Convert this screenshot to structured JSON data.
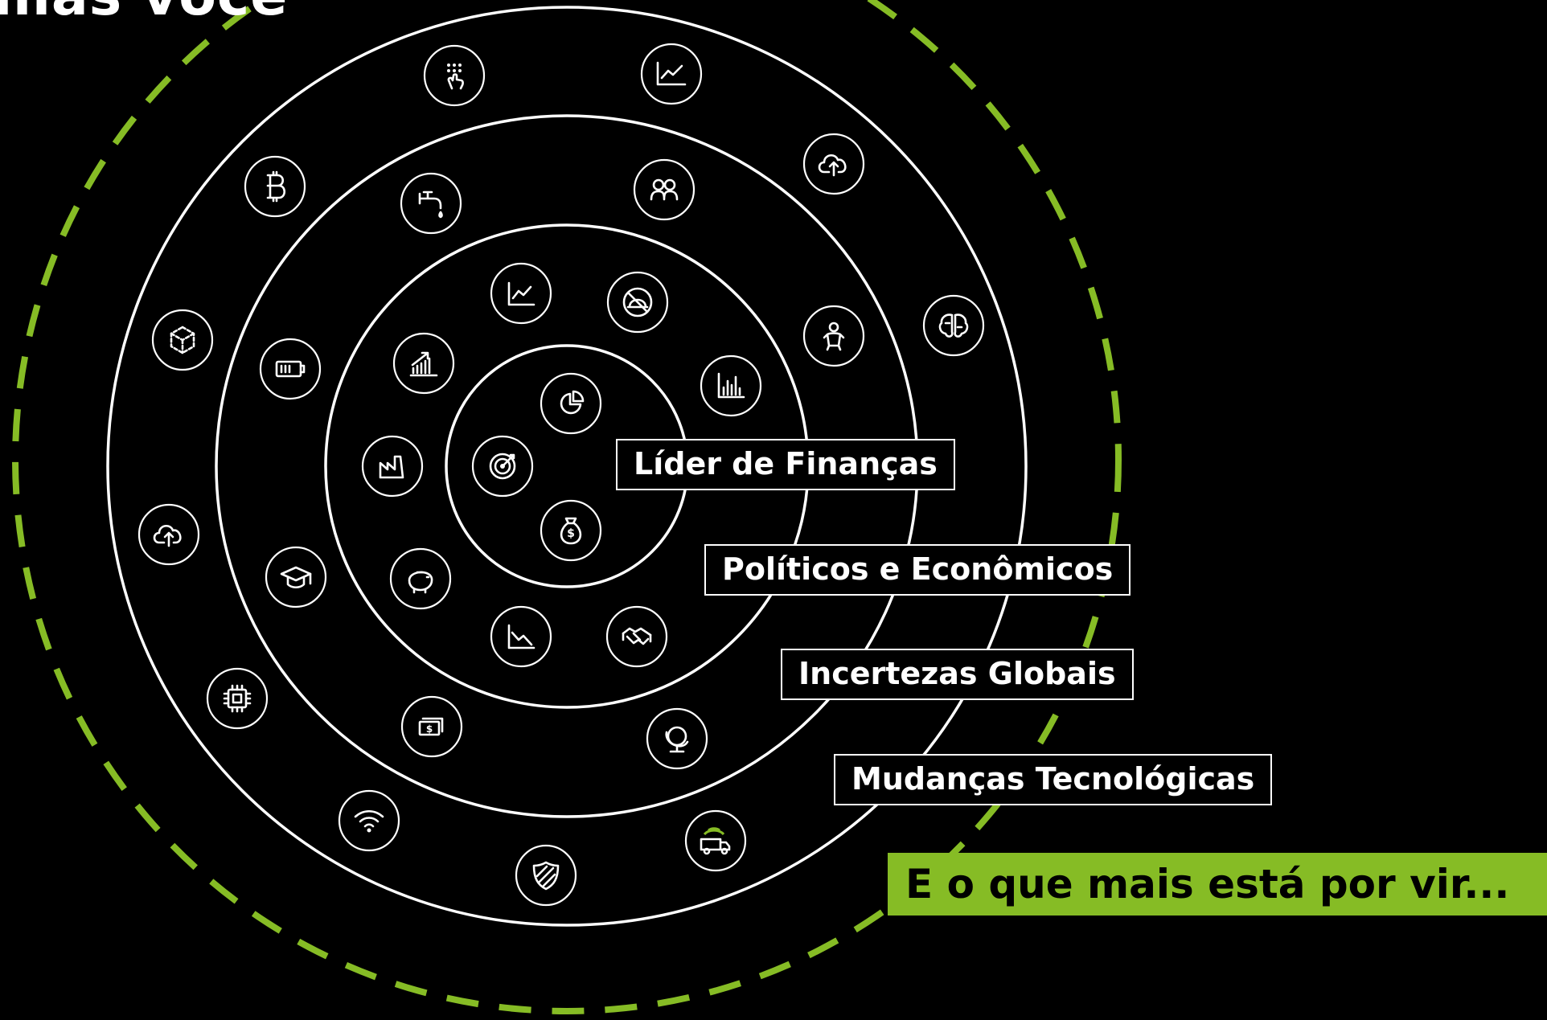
{
  "header": {
    "title": "mas você"
  },
  "rings": [
    {
      "id": "inner",
      "label": "Líder de Finanças"
    },
    {
      "id": "second",
      "label": "Políticos e Econômicos"
    },
    {
      "id": "third",
      "label": "Incertezas Globais"
    },
    {
      "id": "outer",
      "label": "Mudanças Tecnológicas"
    }
  ],
  "cta": {
    "label": "E o que mais está por vir..."
  },
  "colors": {
    "accent": "#86bc25",
    "background": "#000000",
    "line": "#ffffff"
  },
  "icons": {
    "ring0": [
      "pie-chart-icon",
      "target-icon",
      "money-bag-icon"
    ],
    "ring1": [
      "line-chart-icon",
      "no-helmet-icon",
      "bar-chart-icon",
      "growth-chart-icon",
      "factory-icon",
      "piggy-bank-icon",
      "decline-chart-icon",
      "handshake-icon"
    ],
    "ring2": [
      "touch-keypad-icon",
      "water-tap-icon",
      "community-icon",
      "baby-icon",
      "battery-icon",
      "graduation-cap-icon",
      "cash-icon",
      "globe-icon",
      "delivery-truck-icon"
    ],
    "ring3": [
      "trend-chart-icon",
      "bitcoin-icon",
      "cloud-upload-icon",
      "cube-icon",
      "brain-icon",
      "cloud-upload-icon",
      "chip-icon",
      "wifi-icon",
      "shield-icon"
    ]
  }
}
